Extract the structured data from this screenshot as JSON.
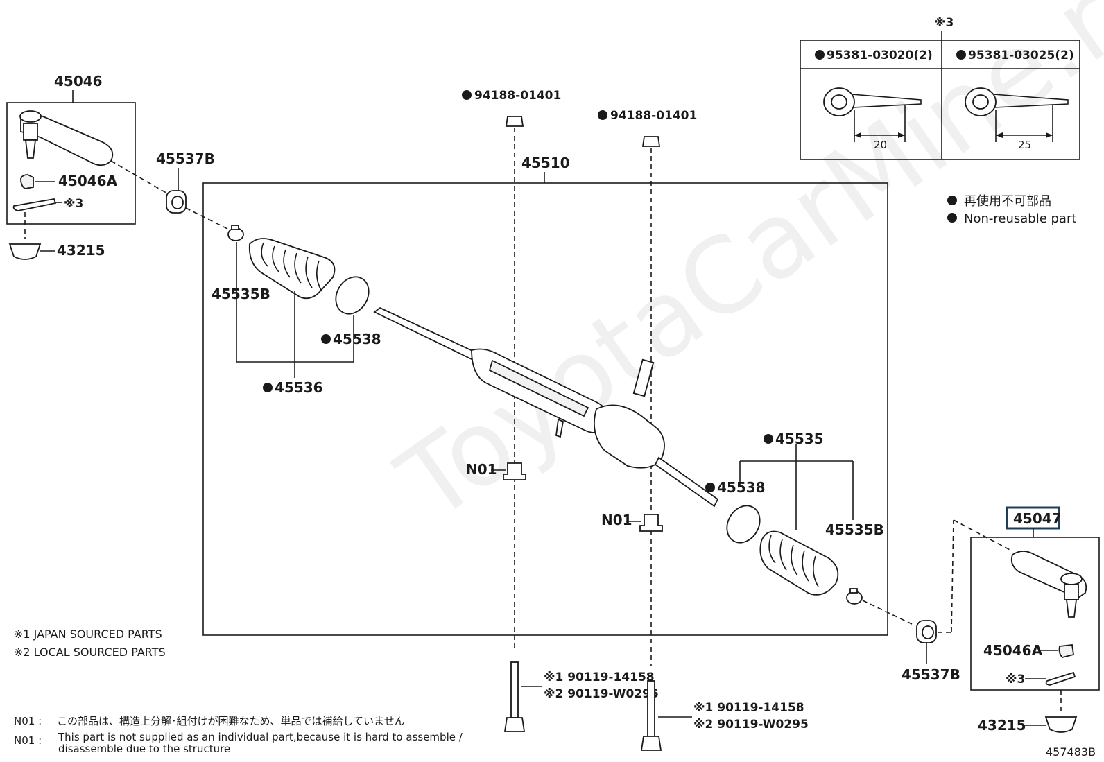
{
  "labels": {
    "p45046": "45046",
    "p45046A_left": "45046A",
    "note3_left": "※3",
    "p43215_left": "43215",
    "p45537B_left": "45537B",
    "p45510": "45510",
    "p94188_left": "94188-01401",
    "p94188_right": "94188-01401",
    "p45535B_left": "45535B",
    "p45538_left": "45538",
    "p45536": "45536",
    "pN01_left": "N01",
    "pN01_right": "N01",
    "p45535": "45535",
    "p45538_right": "45538",
    "p45535B_right": "45535B",
    "p45537B_right": "45537B",
    "p45047": "45047",
    "p45046A_right": "45046A",
    "note3_right": "※3",
    "p43215_right": "43215",
    "bolt_left_1": "※1 90119-14158",
    "bolt_left_2": "※2 90119-W0295",
    "bolt_right_1": "※1 90119-14158",
    "bolt_right_2": "※2 90119-W0295"
  },
  "inset": {
    "header": "※3",
    "col1": "95381-03020(2)",
    "col2": "95381-03025(2)",
    "dim1": "20",
    "dim2": "25"
  },
  "legend": {
    "jp": "再使用不可部品",
    "en": "Non-reusable part"
  },
  "notes": {
    "japan": "※1 JAPAN SOURCED PARTS",
    "local": "※2 LOCAL SOURCED PARTS",
    "n01_jp_key": "N01 :",
    "n01_jp": "この部品は、構造上分解･組付けが困難なため、単品では補給していません",
    "n01_en_key": "N01 :",
    "n01_en_1": "This part is not supplied as an individual part,because it is hard to assemble /",
    "n01_en_2": "disassemble due to the structure"
  },
  "figure_id": "457483B",
  "watermark": "ToyotaCarMine.ru",
  "colors": {
    "ink": "#1a1a1a",
    "highlight_box": "#1f3c5a"
  }
}
